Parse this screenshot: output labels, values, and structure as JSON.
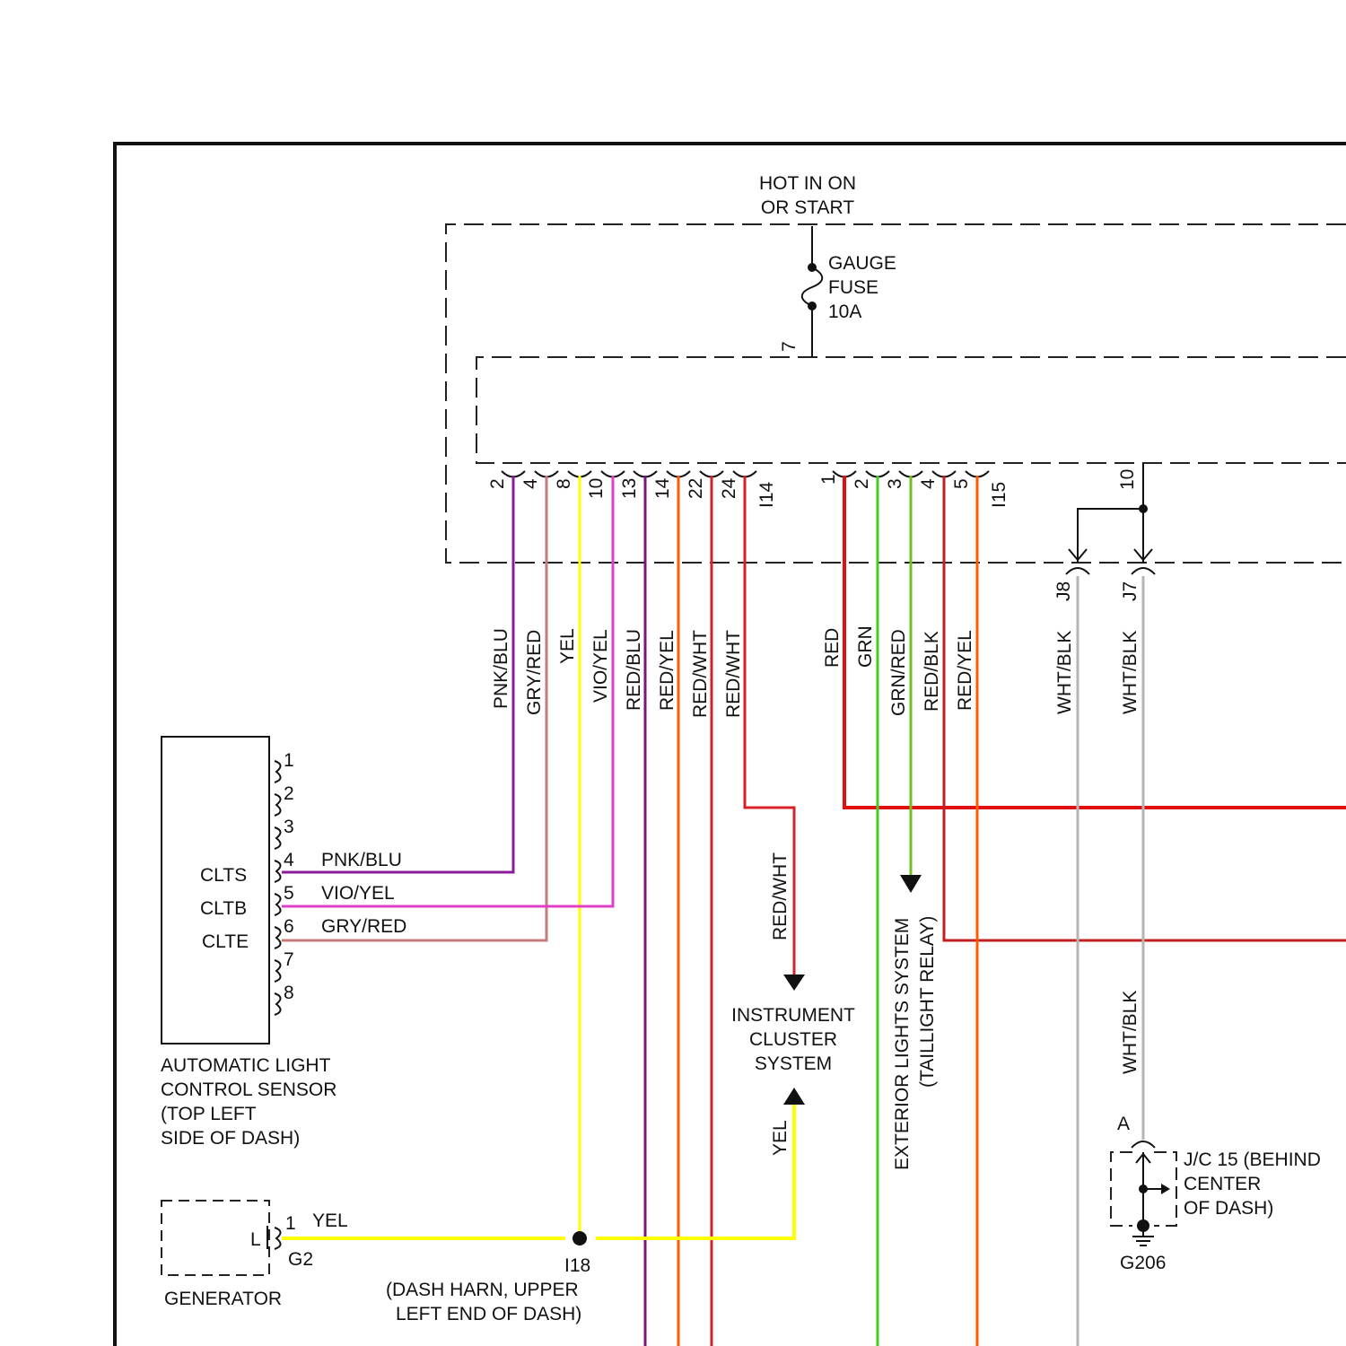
{
  "power": {
    "line1": "HOT IN ON",
    "line2": "OR START"
  },
  "fuse": {
    "line1": "GAUGE",
    "line2": "FUSE",
    "line3": "10A",
    "pin": "7"
  },
  "connector_left": {
    "name": "I14",
    "pins": [
      {
        "pin": "2",
        "wire": "PNK/BLU"
      },
      {
        "pin": "4",
        "wire": "GRY/RED"
      },
      {
        "pin": "8",
        "wire": "YEL"
      },
      {
        "pin": "10",
        "wire": "VIO/YEL"
      },
      {
        "pin": "13",
        "wire": "RED/BLU"
      },
      {
        "pin": "14",
        "wire": "RED/YEL"
      },
      {
        "pin": "22",
        "wire": "RED/WHT"
      },
      {
        "pin": "24",
        "wire": "RED/WHT"
      }
    ]
  },
  "connector_right": {
    "name": "I15",
    "pins": [
      {
        "pin": "1",
        "wire": "RED"
      },
      {
        "pin": "2",
        "wire": "GRN"
      },
      {
        "pin": "3",
        "wire": "GRN/RED"
      },
      {
        "pin": "4",
        "wire": "RED/BLK"
      },
      {
        "pin": "5",
        "wire": "RED/YEL"
      }
    ]
  },
  "ground_branch": {
    "pin": "10",
    "j8": "J8",
    "j7": "J7",
    "wire_j8": "WHT/BLK",
    "wire_j7": "WHT/BLK",
    "wire_lower": "WHT/BLK"
  },
  "sensor": {
    "pins": [
      "1",
      "2",
      "3",
      "4",
      "5",
      "6",
      "7",
      "8"
    ],
    "signals": [
      "CLTS",
      "CLTB",
      "CLTE"
    ],
    "wires": [
      "PNK/BLU",
      "VIO/YEL",
      "GRY/RED"
    ],
    "label": [
      "AUTOMATIC LIGHT",
      "CONTROL SENSOR",
      "(TOP LEFT",
      "SIDE OF DASH)"
    ]
  },
  "generator": {
    "pin": "1",
    "terminal": "L",
    "connector": "G2",
    "wire": "YEL",
    "label": "GENERATOR"
  },
  "splice": {
    "name": "I18",
    "line1": "(DASH HARN, UPPER",
    "line2": "LEFT END OF DASH)"
  },
  "instrument": {
    "wire_top": "RED/WHT",
    "wire_bottom": "YEL",
    "label": [
      "INSTRUMENT",
      "CLUSTER",
      "SYSTEM"
    ]
  },
  "exterior": {
    "line1": "EXTERIOR LIGHTS SYSTEM",
    "line2": "(TAILLIGHT RELAY)"
  },
  "jc": {
    "terminal": "A",
    "label": [
      "J/C 15 (BEHIND",
      "CENTER",
      "OF DASH)"
    ],
    "ground": "G206"
  },
  "colors": {
    "pnk_blu": "#8a1c9a",
    "gry_red": "#c87a7a",
    "yel": "#ffff00",
    "vio_yel": "#e040c8",
    "red_blu": "#7a1580",
    "red_yel": "#ff5a00",
    "red_wht": "#d8202a",
    "red": "#e01010",
    "grn": "#44cc22",
    "grn_red": "#70c020",
    "red_blk": "#c02020",
    "wht_blk": "#b4b4b4"
  }
}
